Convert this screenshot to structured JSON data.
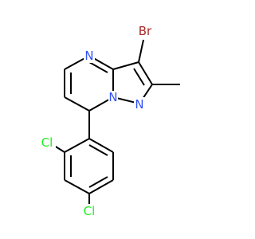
{
  "molecule": {
    "atoms": {
      "br": {
        "label": "Br",
        "color": "#A62929"
      },
      "n4": {
        "label": "N",
        "color": "#3050F8"
      },
      "n7a": {
        "label": "N",
        "color": "#3050F8"
      },
      "n1": {
        "label": "N",
        "color": "#3050F8"
      },
      "cl_ortho": {
        "label": "Cl",
        "color": "#1FF01F"
      },
      "cl_para": {
        "label": "Cl",
        "color": "#1FF01F"
      }
    },
    "bond_color": "#000000"
  }
}
